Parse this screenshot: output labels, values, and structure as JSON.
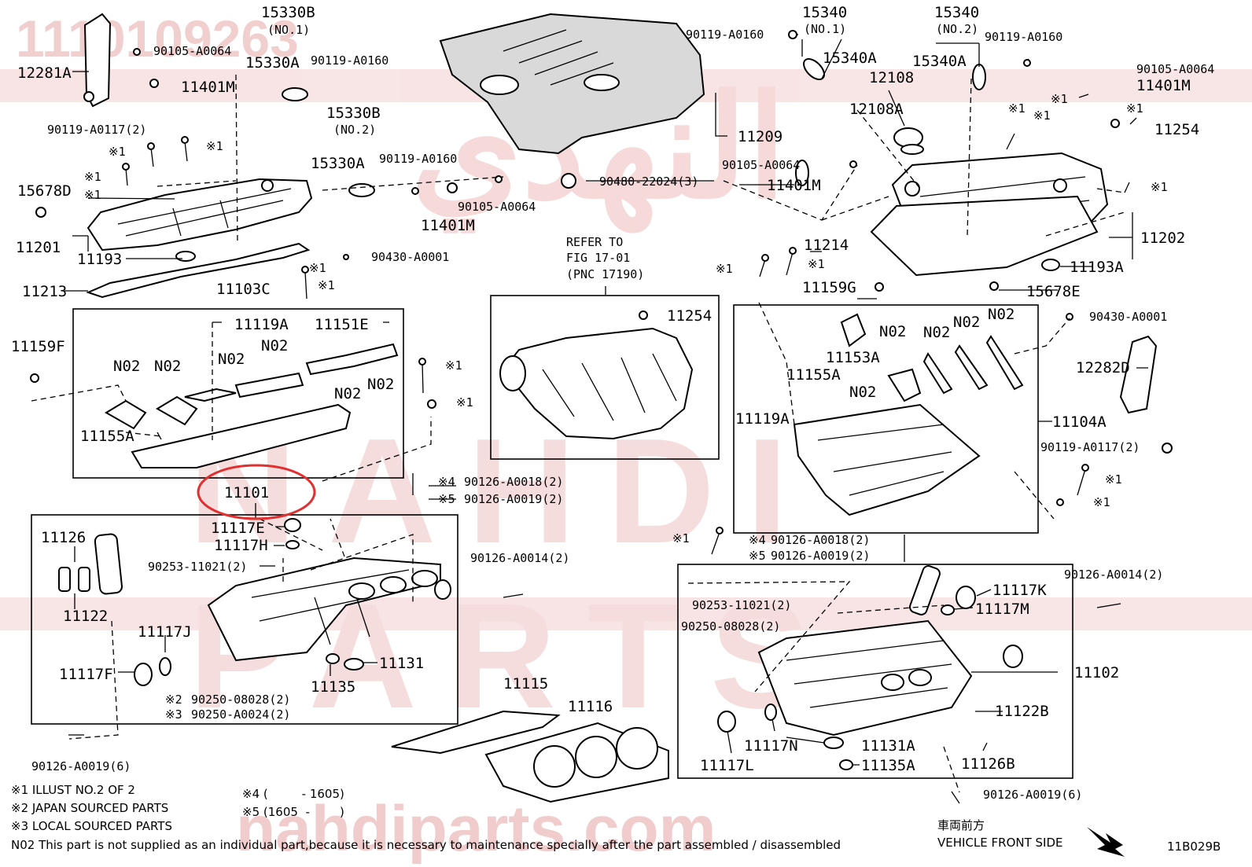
{
  "diagram": {
    "watermark": {
      "part_number": "1110109263",
      "arabic_brand": "النهدي",
      "latin_word_1": "NAHDI",
      "latin_word_2": "PARTS",
      "site": "nahdiparts.com",
      "color": "#e8a9a9"
    },
    "highlight_color": "#e03030",
    "callouts": {
      "c12281a": "12281A",
      "c90105_a0064_a": "90105-A0064",
      "c15330b_a": "15330B",
      "no1_a": "(NO.1)",
      "c15330a_a": "15330A",
      "c90119_a0160_a": "90119-A0160",
      "c11401m_a": "11401M",
      "c15330b_b": "15330B",
      "no2_a": "(NO.2)",
      "c90119_a0117_2_a": "90119-A0117(2)",
      "c15330a_b": "15330A",
      "c90119_a0160_b": "90119-A0160",
      "c15678d": "15678D",
      "c90105_a0064_b": "90105-A0064",
      "c11401m_b": "11401M",
      "c11201": "11201",
      "c11193": "11193",
      "c90430_a0001_a": "90430-A0001",
      "c11213": "11213",
      "c11103c": "11103C",
      "c11119a_a": "11119A",
      "c11151e": "11151E",
      "c11159f": "11159F",
      "c11155a_a": "11155A",
      "c11101": "11101",
      "c11117e": "11117E",
      "c11117h": "11117H",
      "c90253_11021_2_a": "90253-11021(2)",
      "c11126": "11126",
      "c11122": "11122",
      "c11117j": "11117J",
      "c11117f": "11117F",
      "c11131": "11131",
      "c11135": "11135",
      "c90250_08028_2_a": "90250-08028(2)",
      "c90250_a0024_2": "90250-A0024(2)",
      "c90126_a0019_6_a": "90126-A0019(6)",
      "c90126_a0018_2_a": "90126-A0018(2)",
      "c90126_a0019_2_a": "90126-A0019(2)",
      "c90126_a0014_2_a": "90126-A0014(2)",
      "c11115": "11115",
      "c11116": "11116",
      "c11209": "11209",
      "c90480_22024_3": "90480-22024(3)",
      "refer_to": "REFER TO",
      "fig": "FIG 17-01",
      "pnc": "(PNC 17190)",
      "c11254_a": "11254",
      "c90119_a0160_c": "90119-A0160",
      "c15340_a": "15340",
      "no1_b": "(NO.1)",
      "c15340a_a": "15340A",
      "c15340_b": "15340",
      "no2_b": "(NO.2)",
      "c90119_a0160_d": "90119-A0160",
      "c15340a_b": "15340A",
      "c12108": "12108",
      "c12108a": "12108A",
      "c90105_a0064_c": "90105-A0064",
      "c11401m_c": "11401M",
      "c11254_b": "11254",
      "c90105_a0064_d": "90105-A0064",
      "c11401m_d": "11401M",
      "c11214": "11214",
      "c11202": "11202",
      "c11193a": "11193A",
      "c15678e": "15678E",
      "c11159g": "11159G",
      "c90430_a0001_b": "90430-A0001",
      "c11153a": "11153A",
      "c11155a_b": "11155A",
      "c12282d": "12282D",
      "c11119a_b": "11119A",
      "c11104a": "11104A",
      "c90119_a0117_2_b": "90119-A0117(2)",
      "c90126_a0018_2_b": "90126-A0018(2)",
      "c90126_a0019_2_b": "90126-A0019(2)",
      "c90126_a0014_2_b": "90126-A0014(2)",
      "c90253_11021_2_b": "90253-11021(2)",
      "c11117k": "11117K",
      "c11117m": "11117M",
      "c90250_08028_2_b": "90250-08028(2)",
      "c11102": "11102",
      "c11122b": "11122B",
      "c11117n": "11117N",
      "c11131a": "11131A",
      "c11117l": "11117L",
      "c11135a": "11135A",
      "c11126b": "11126B",
      "c90126_a0019_6_b": "90126-A0019(6)"
    },
    "marks": {
      "x1": "※1",
      "x2": "※2",
      "x3": "※3",
      "x4": "※4",
      "x5": "※5",
      "n02": "N02"
    },
    "legend": {
      "l1": "※1  ILLUST NO.2 OF 2",
      "l2": "※2  JAPAN SOURCED PARTS",
      "l3": "※3  LOCAL SOURCED PARTS",
      "l4": "※4 (         - 1605)",
      "l5": "※5 (1605  -        )",
      "n02_note": "N02 This part is not supplied as an individual part,because it is necessary to maintenance specially after the part assembled / disassembled"
    },
    "orientation": {
      "jp": "車両前方",
      "en": "VEHICLE FRONT SIDE"
    },
    "illustration_code": "11B029B"
  }
}
